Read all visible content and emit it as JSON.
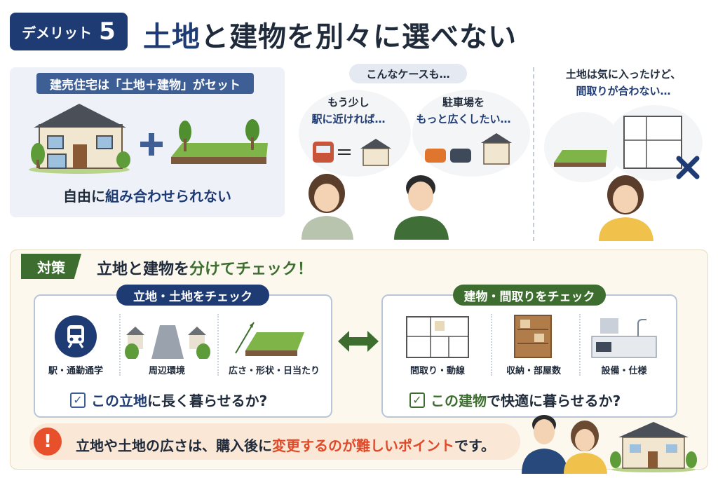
{
  "header": {
    "badge_label": "デメリット",
    "badge_number": "5",
    "title_part1": "土地",
    "title_part2": "と",
    "title_part3": "建物を別々に選べない"
  },
  "left_panel": {
    "pill": "建売住宅は「土地＋建物」がセット",
    "plus": "+",
    "foot_part1": "自由に",
    "foot_part2": "組み合わせられない"
  },
  "cases": {
    "label": "こんなケースも…",
    "case1_line1": "もう少し",
    "case1_line2": "駅に近ければ…",
    "case2_line1": "駐車場を",
    "case2_line2": "もっと広くしたい…",
    "case3_line1": "土地は気に入ったけど、",
    "case3_line2": "間取りが合わない…"
  },
  "countermeasure": {
    "tag": "対策",
    "text_part1": "立地と建物を",
    "text_part2": "分けてチェック！"
  },
  "left_card": {
    "pill": "立地・土地をチェック",
    "items": [
      "駅・通勤通学",
      "周辺環境",
      "広さ・形状・日当たり"
    ],
    "check_part1": "この立地",
    "check_part2": "に長く暮らせるか?"
  },
  "right_card": {
    "pill": "建物・間取りをチェック",
    "items": [
      "間取り・動線",
      "収納・部屋数",
      "設備・仕様"
    ],
    "check_part1": "この建物",
    "check_part2": "で快適に暮らせるか?"
  },
  "warning": {
    "icon": "!",
    "text_part1": "立地や土地の広さは、購入後に",
    "text_part2": "変更するのが難しいポイント",
    "text_part3": "です。"
  },
  "colors": {
    "navy": "#1f3b73",
    "green": "#3d6e2f",
    "red": "#e04a2a"
  }
}
